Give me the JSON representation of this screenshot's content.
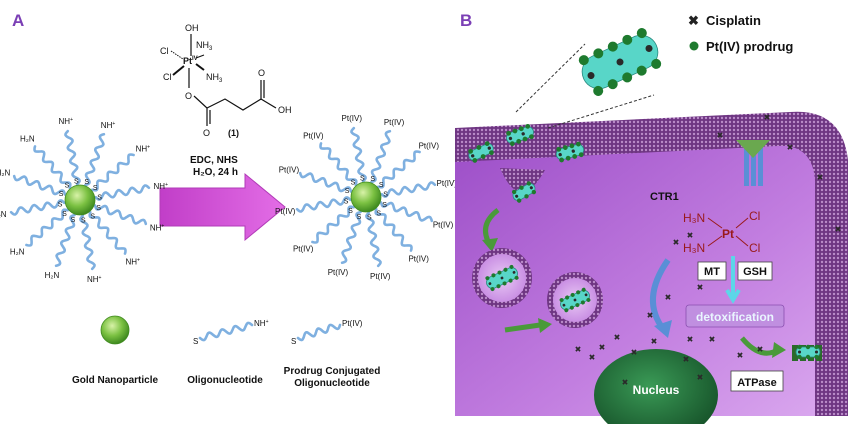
{
  "panel_a": {
    "label": "A",
    "reagent_compound": {
      "oh": "OH",
      "nh3_top": "NH",
      "nh3_bottom": "NH",
      "three": "3",
      "cl_left": "Cl",
      "cl_right": "Cl",
      "pt": "Pt",
      "iv": "IV",
      "o_ring": "O",
      "o_carbonyl": "O",
      "oh_acid": "OH",
      "o_acid": "O",
      "number": "(1)"
    },
    "conditions_line1": "EDC, NHS",
    "conditions_line2": "H₂O, 24 h",
    "amine_label": "NH",
    "amine_label_alt": "H₂N",
    "thiol": "S",
    "ptiv_label": "Pt(IV)",
    "legend": {
      "gold": "Gold Nanoparticle",
      "oligo": "Oligonucleotide",
      "prodrug_line1": "Prodrug Conjugated",
      "prodrug_line2": "Oligonucleotide",
      "oligo_end": "NH",
      "prodrug_end": "Pt(IV)",
      "s": "S"
    }
  },
  "panel_b": {
    "label": "B",
    "legend_cisplatin": "Cisplatin",
    "legend_prodrug": "Pt(IV) prodrug",
    "ctr1": "CTR1",
    "mt": "MT",
    "gsh": "GSH",
    "detox": "detoxification",
    "nucleus": "Nucleus",
    "atpase": "ATPase",
    "cisplatin_structure": {
      "h3n_top": "H₃N",
      "h3n_bottom": "H₃N",
      "pt": "Pt",
      "cl_top": "Cl",
      "cl_bottom": "Cl"
    }
  },
  "colors": {
    "panel_label": "#7b3fb5",
    "gold_core": "#7bc142",
    "strand": "#7fb0e0",
    "arrow_magenta": "#d94fd8",
    "cell_membrane": "#7a3a8c",
    "cytoplasm": "#b36bd6",
    "nucleus": "#1f6b3a",
    "detox_box": "#c08fe0",
    "cisplatin_dot": "#2a2a2a",
    "prodrug_dot": "#1e7a2e",
    "nanoparticle_cyan": "#58d6c8"
  }
}
